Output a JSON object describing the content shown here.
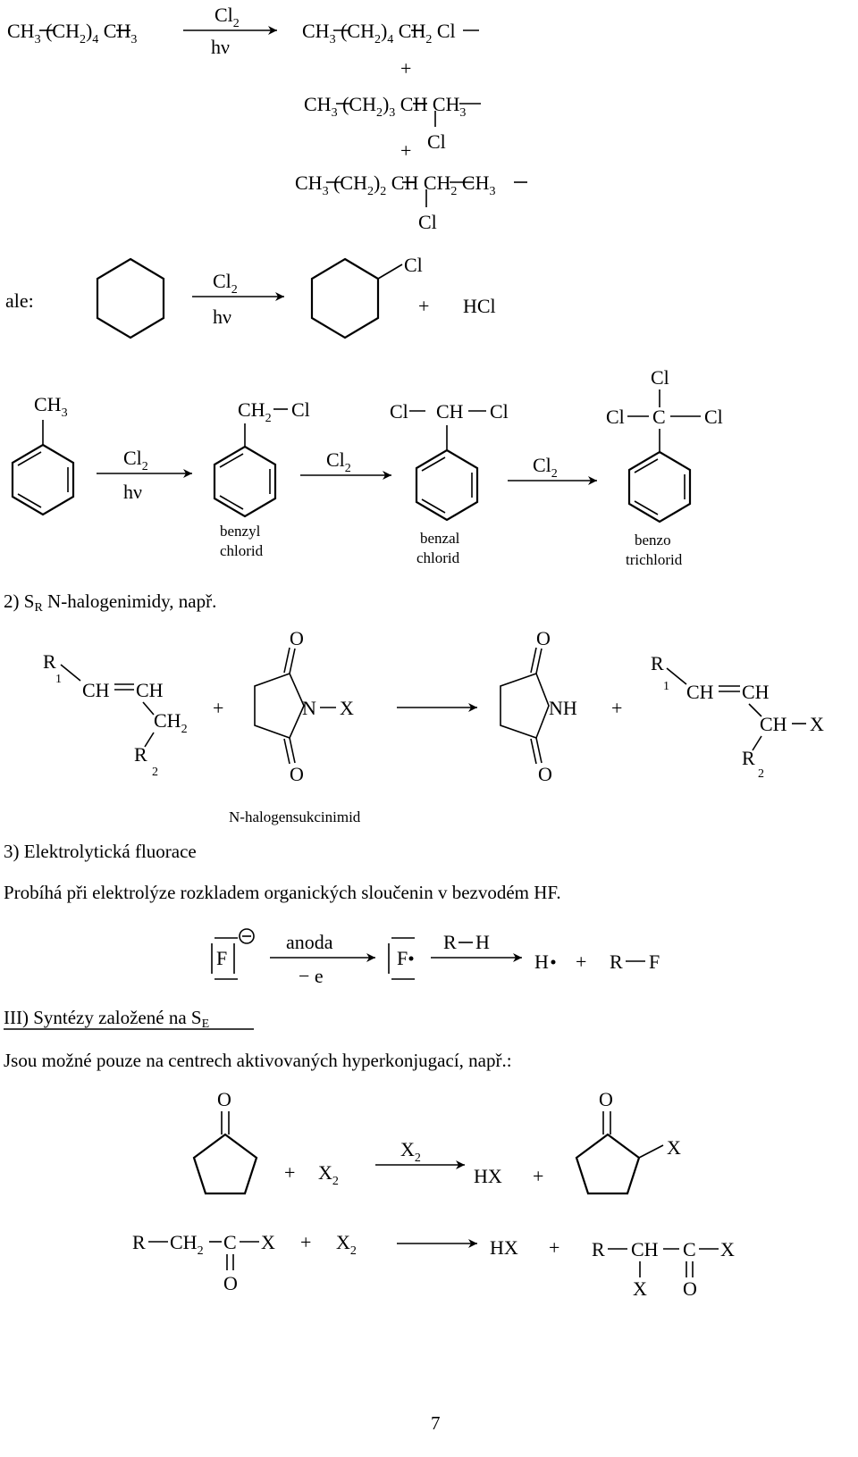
{
  "sections": {
    "sr_heading": "2) S",
    "sr_sub": "R",
    "sr_rest": " N-halogenimidy, např.",
    "fluor_heading": "3) Elektrolytická fluorace",
    "fluor_text": "Probíhá při elektrolýze rozkladem organických sloučenin v bezvodém HF.",
    "se_heading": "III) Syntézy založené na S",
    "se_sub": "E",
    "se_text": "Jsou možné pouze na centrech aktivovaných hyperkonjugací, např.:"
  },
  "labels": {
    "ale": "ale:",
    "hv": "hν",
    "benzyl_1": "benzyl",
    "benzyl_2": "chlorid",
    "benzal_1": "benzal",
    "benzal_2": "chlorid",
    "benzo_1": "benzo",
    "benzo_2": "trichlorid",
    "nhs": "N-halogensukcinimid",
    "anoda": "anoda",
    "minus_e": "− e"
  },
  "page_number": "7"
}
